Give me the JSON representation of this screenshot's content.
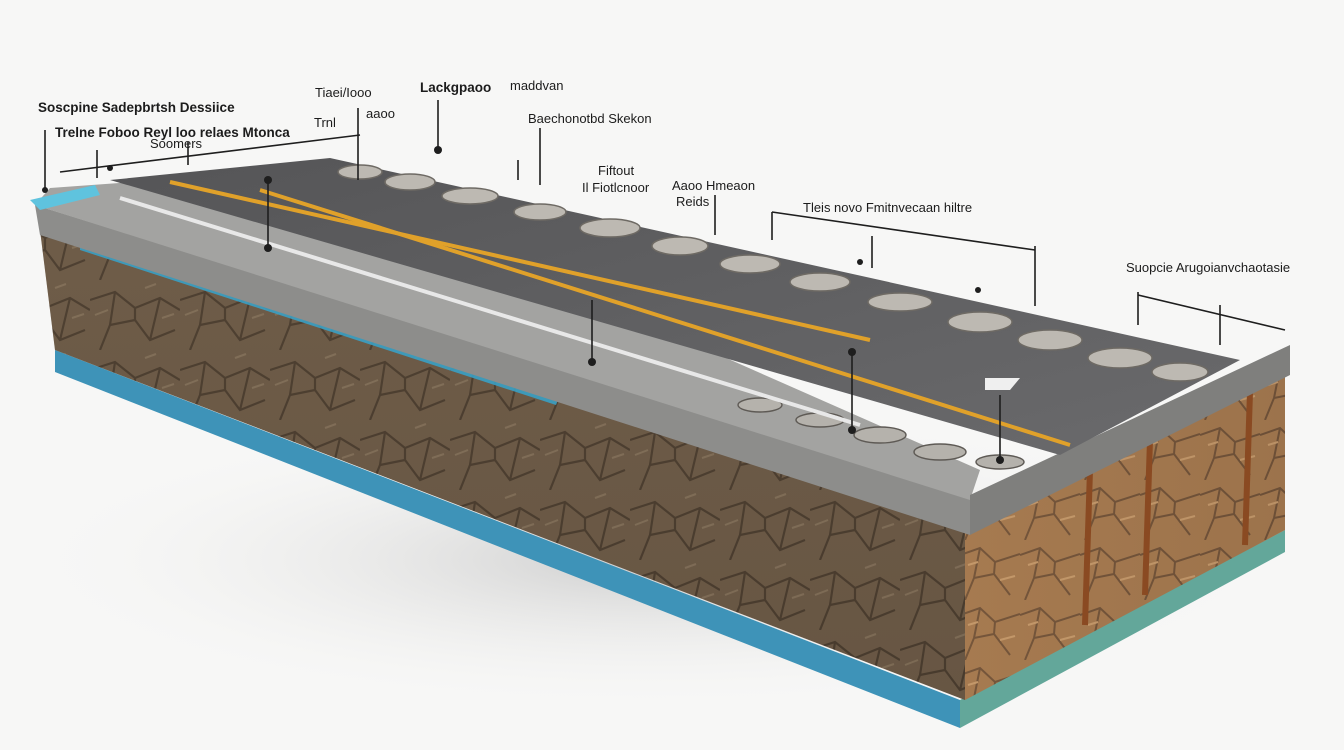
{
  "labels": {
    "l1": "Soscpine Sadepbrtsh Dessiice",
    "l2": "Trelne Foboo Reyl loo relaes Mtonca",
    "l3": "Soomers",
    "l4": "Tiaei/Iooo",
    "l5": "Trnl",
    "l6": "aaoo",
    "l7": "Lackgpaoo",
    "l8": "maddvan",
    "l9": "Baechonotbd Skekon",
    "l10": "Fiftout",
    "l11": "Aaoo Hmeaon",
    "l12": "Il Fiotlcnoor",
    "l13": "Reids",
    "l14": "Tleis novo Fmitnvecaan hiltre",
    "l15": "Suopcie Arugoianvchaotasie"
  },
  "colors": {
    "asphalt": "#5c5c5e",
    "lane_line": "#e0a12a",
    "edge_line": "#eeeeee",
    "concrete": "#9a9a98",
    "soil": "#7b6a55",
    "soil_side": "#9a7350",
    "membrane": "#3f8fb0",
    "base_plate": "#5fa39a"
  }
}
